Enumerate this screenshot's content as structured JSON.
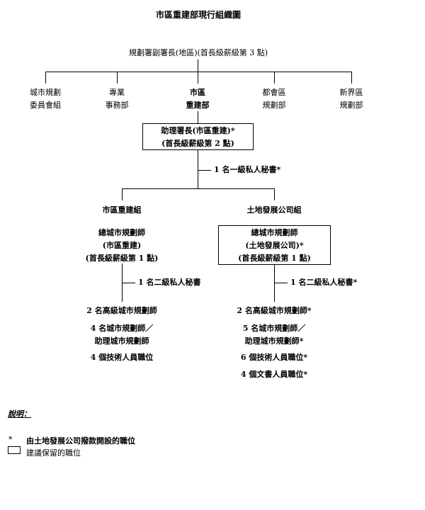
{
  "title": "市區重建部現行組織圖",
  "top_official": "規劃署副署長(地區)(首長級薪級第 3 點)",
  "branches": [
    {
      "line1": "城市規劃",
      "line2": "委員會組"
    },
    {
      "line1": "專業",
      "line2": "事務部"
    },
    {
      "line1": "市區",
      "line2": "重建部"
    },
    {
      "line1": "都會區",
      "line2": "規劃部"
    },
    {
      "line1": "新界區",
      "line2": "規劃部"
    }
  ],
  "assistant_director": {
    "line1": "助理署長(市區重建)*",
    "line2": "(首長級薪級第 2 點)"
  },
  "ad_secretary": "1 名一級私人秘書*",
  "units": [
    {
      "name": "市區重建組",
      "head": {
        "line1": "總城市規劃師",
        "line2": "(市區重建)",
        "line3": "(首長級薪級第 1 點)"
      },
      "secretary": "1 名二級私人秘書",
      "staff": [
        "2 名高級城市規劃師",
        "4 名城市規劃師／",
        "助理城市規劃師",
        "4 個技術人員職位"
      ]
    },
    {
      "name": "土地發展公司組",
      "head": {
        "line1": "總城市規劃師",
        "line2": "(土地發展公司)*",
        "line3": "(首長級薪級第 1 點)"
      },
      "secretary": "1 名二級私人秘書*",
      "staff": [
        "2 名高級城市規劃師*",
        "5 名城市規劃師／",
        "助理城市規劃師*",
        "6 個技術人員職位*",
        "4 個文書人員職位*"
      ]
    }
  ],
  "legend": {
    "title": "說明：",
    "asterisk_symbol": "*",
    "asterisk_text": "由土地發展公司撥款開設的職位",
    "box_text": "建議保留的職位"
  }
}
